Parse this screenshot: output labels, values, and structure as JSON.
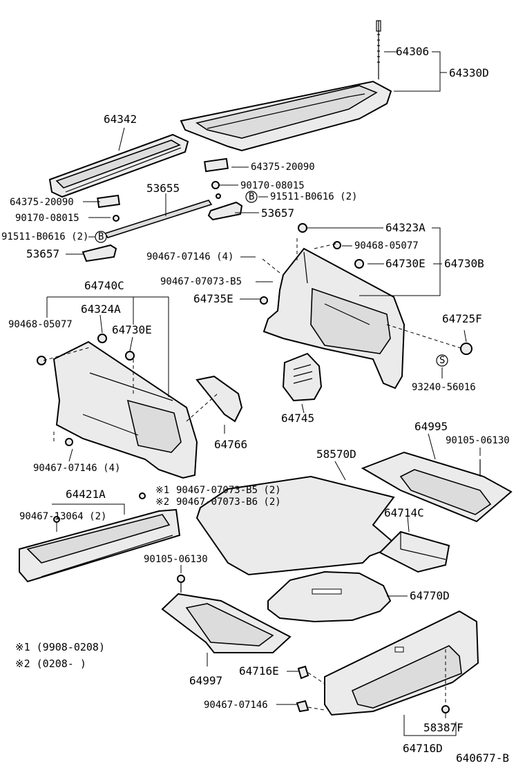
{
  "labels": {
    "p64306": "64306",
    "p64330D": "64330D",
    "p64342": "64342",
    "p64375a": "64375-20090",
    "p64375b": "64375-20090",
    "p53655": "53655",
    "p90170a": "90170-08015",
    "p90170b": "90170-08015",
    "p91511a": "91511-B0616 (2)",
    "p91511b": "91511-B0616 (2)",
    "p53657a": "53657",
    "p53657b": "53657",
    "p64323A": "64323A",
    "p90468a": "90468-05077",
    "p90467_07146_4a": "90467-07146 (4)",
    "p64730Ea": "64730E",
    "p64730B": "64730B",
    "p90467_07073_B5": "90467-07073-B5",
    "p64735E": "64735E",
    "p64740C": "64740C",
    "p64324A": "64324A",
    "p90468b": "90468-05077",
    "p64730Eb": "64730E",
    "p64725F": "64725F",
    "p93240": "93240-56016",
    "p64745": "64745",
    "p64766": "64766",
    "p90467_07146_4b": "90467-07146 (4)",
    "p64995": "64995",
    "p90105a": "90105-06130",
    "p58570D": "58570D",
    "p64421A": "64421A",
    "p90467_13064": "90467-13064 (2)",
    "p90467_B5_2": "90467-07073-B5 (2)",
    "p90467_B6_2": "90467-07073-B6 (2)",
    "p64714C": "64714C",
    "p90105b": "90105-06130",
    "p64770D": "64770D",
    "p64997": "64997",
    "p64716E": "64716E",
    "p90467_07146": "90467-07146",
    "p58387F": "58387F",
    "p64716D": "64716D"
  },
  "markers": {
    "B": "B",
    "S": "S",
    "star1": "※1",
    "star2": "※2"
  },
  "notes": {
    "note1": "※1  (9908-0208)",
    "note2": "※2  (0208-      )"
  },
  "figure_code": "640677-B"
}
